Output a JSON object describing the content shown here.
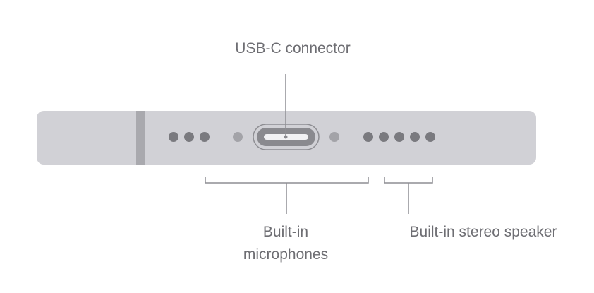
{
  "labels": {
    "usb_c": "USB-C connector",
    "microphones_line1": "Built-in",
    "microphones_line2": "microphones",
    "speaker": "Built-in stereo speaker"
  },
  "colors": {
    "body": "#d1d1d6",
    "band": "#a9a9ae",
    "hole_dark": "#7a7a7f",
    "hole_light": "#a3a3a8",
    "port_ring": "#8e8e93",
    "port_slot": "#8a8a8f",
    "callout_line": "#8e8e93",
    "label_text": "#6e6e73"
  },
  "holes": {
    "left_group_count": 3,
    "right_group_count": 5,
    "flank_holes": 2
  }
}
